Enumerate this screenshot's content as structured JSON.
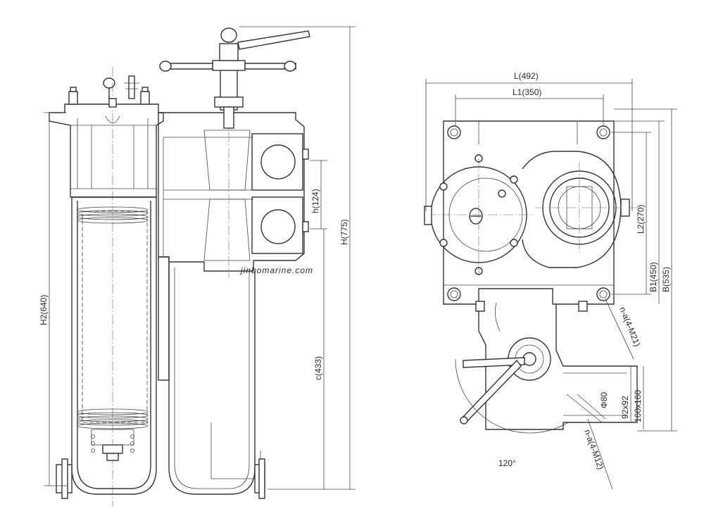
{
  "dimensions": {
    "L": "L(492)",
    "L1": "L1(350)",
    "L2": "L2(270)",
    "B1": "B1(450)",
    "B": "B(535)",
    "H": "H(775)",
    "H2": "H2(640)",
    "h": "h(124)",
    "c": "c(433)",
    "bolt_a": "n-a(4-M21)",
    "bolt_b": "n-a(4-M12)",
    "phi": "Φ80",
    "flange_1": "92x92",
    "flange_2": "160x160",
    "angle": "120°"
  },
  "watermark": "jinbomarine.com"
}
